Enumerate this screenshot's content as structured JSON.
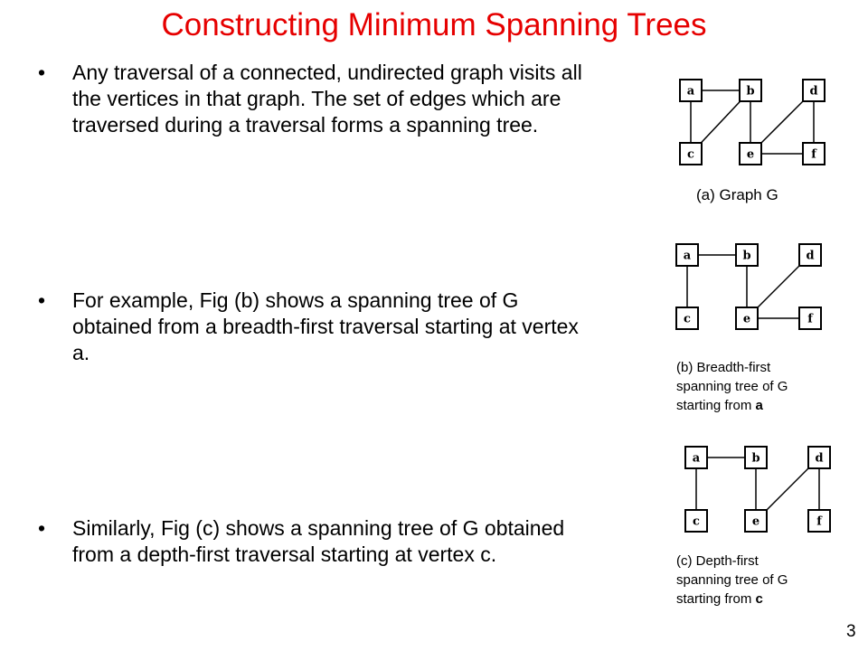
{
  "title": "Constructing Minimum Spanning Trees",
  "bullets": [
    {
      "marker": "•",
      "text": "Any traversal of a connected, undirected graph visits all the vertices in that graph. The set of edges which are traversed during a traversal forms a spanning tree."
    },
    {
      "marker": "•",
      "text": "For example, Fig (b) shows a spanning tree of G obtained from a breadth-first traversal starting at vertex a."
    },
    {
      "marker": "•",
      "text": "Similarly, Fig (c) shows a spanning tree of G obtained from a depth-first traversal starting at vertex c."
    }
  ],
  "graphs": {
    "a": {
      "nodes": [
        "a",
        "b",
        "d",
        "c",
        "e",
        "f"
      ],
      "edges": [
        [
          "a",
          "b"
        ],
        [
          "a",
          "c"
        ],
        [
          "c",
          "b"
        ],
        [
          "b",
          "e"
        ],
        [
          "e",
          "d"
        ],
        [
          "d",
          "f"
        ],
        [
          "e",
          "f"
        ]
      ],
      "caption": "(a) Graph G"
    },
    "b": {
      "nodes": [
        "a",
        "b",
        "d",
        "c",
        "e",
        "f"
      ],
      "edges": [
        [
          "a",
          "b"
        ],
        [
          "a",
          "c"
        ],
        [
          "b",
          "e"
        ],
        [
          "e",
          "d"
        ],
        [
          "e",
          "f"
        ]
      ],
      "caption_line1": "(b) Breadth-first",
      "caption_line2": "spanning tree of G",
      "caption_line3_prefix": "starting from ",
      "caption_line3_bold": "a"
    },
    "c": {
      "nodes": [
        "a",
        "b",
        "d",
        "c",
        "e",
        "f"
      ],
      "edges": [
        [
          "a",
          "b"
        ],
        [
          "a",
          "c"
        ],
        [
          "b",
          "e"
        ],
        [
          "e",
          "d"
        ],
        [
          "d",
          "f"
        ]
      ],
      "caption_line1": "(c) Depth-first",
      "caption_line2": "spanning tree of G",
      "caption_line3_prefix": "starting from ",
      "caption_line3_bold": "c"
    }
  },
  "page_number": "3"
}
